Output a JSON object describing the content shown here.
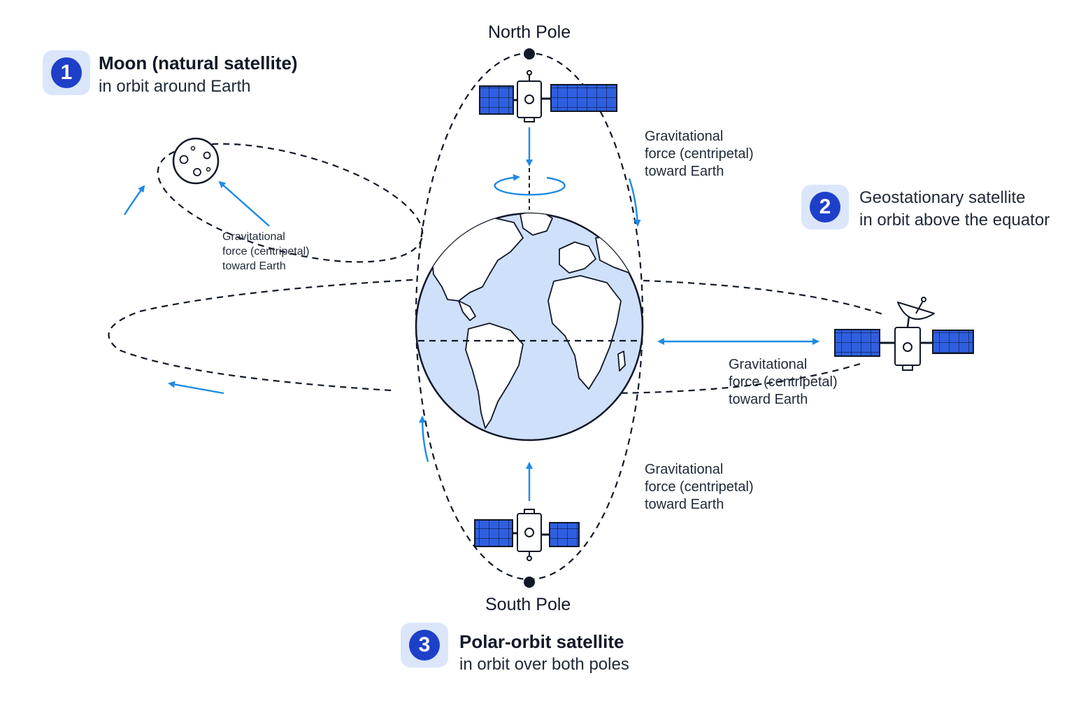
{
  "poles": {
    "north": "North Pole",
    "south": "South Pole"
  },
  "moon_callout": {
    "number": "1",
    "title": "Moon (natural satellite)",
    "subtitle": "in orbit around Earth"
  },
  "geo_callout": {
    "number": "2",
    "title": "Geostationary satellite",
    "subtitle": "in orbit above the equator"
  },
  "polar_callout": {
    "number": "3",
    "title": "Polar-orbit satellite",
    "subtitle": "in orbit over both poles"
  },
  "force_labels": {
    "moon": [
      "Gravitational",
      "force (centripetal)",
      "toward Earth"
    ],
    "north_sat": [
      "Gravitational",
      "force (centripetal)",
      "toward Earth"
    ],
    "geo_sat": [
      "Gravitational",
      "force (centripetal)",
      "toward Earth"
    ],
    "south_sat": [
      "Gravitational",
      "force (centripetal)",
      "toward Earth"
    ]
  },
  "colors": {
    "accent_blue": "#1f8ae6",
    "badge_blue": "#1e40c8",
    "badge_bg": "#dbe6fb",
    "panel_blue": "#2f5fe0",
    "earth_ocean": "#cfe0fb",
    "land": "#ffffff",
    "line": "#111827"
  },
  "icons": [
    "earth-icon",
    "moon-icon",
    "satellite-icon",
    "satellite-dish-icon",
    "rotation-arrow-icon"
  ]
}
